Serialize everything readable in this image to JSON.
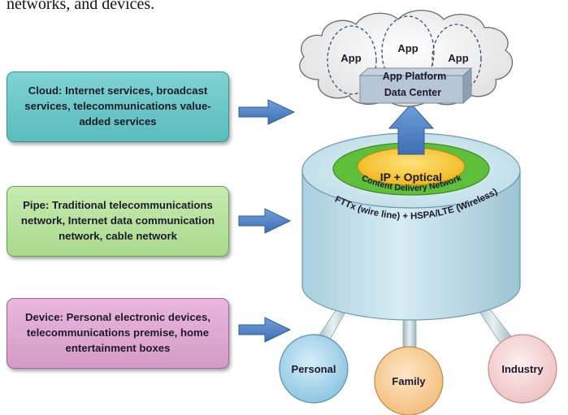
{
  "caption_fragment": "networks, and devices.",
  "boxes": {
    "cloud": "Cloud: Internet services, broadcast services, telecommunications value-added services",
    "pipe": "Pipe: Traditional telecommunications network, Internet data communication network, cable network",
    "device": "Device: Personal electronic devices, telecommunications premise, home entertainment boxes"
  },
  "cloud": {
    "apps": [
      "App",
      "App",
      "App"
    ],
    "platform_line1": "App Platform",
    "platform_line2": "Data Center"
  },
  "pipe": {
    "core": "IP + Optical",
    "cdn": "Content Delivery Network",
    "access": "FTTx (wire line) + HSPA/LTE (Wireless)"
  },
  "devices": [
    "Personal",
    "Family",
    "Industry"
  ],
  "colors": {
    "cloud_box": "#6cc8c8",
    "pipe_box": "#b8e29e",
    "device_box": "#e0a8d3",
    "cylinder": "#cfe6ee",
    "cdn_ring": "#5fbf3a",
    "core": "#f6c534",
    "arrow": "#4e7fc0"
  }
}
